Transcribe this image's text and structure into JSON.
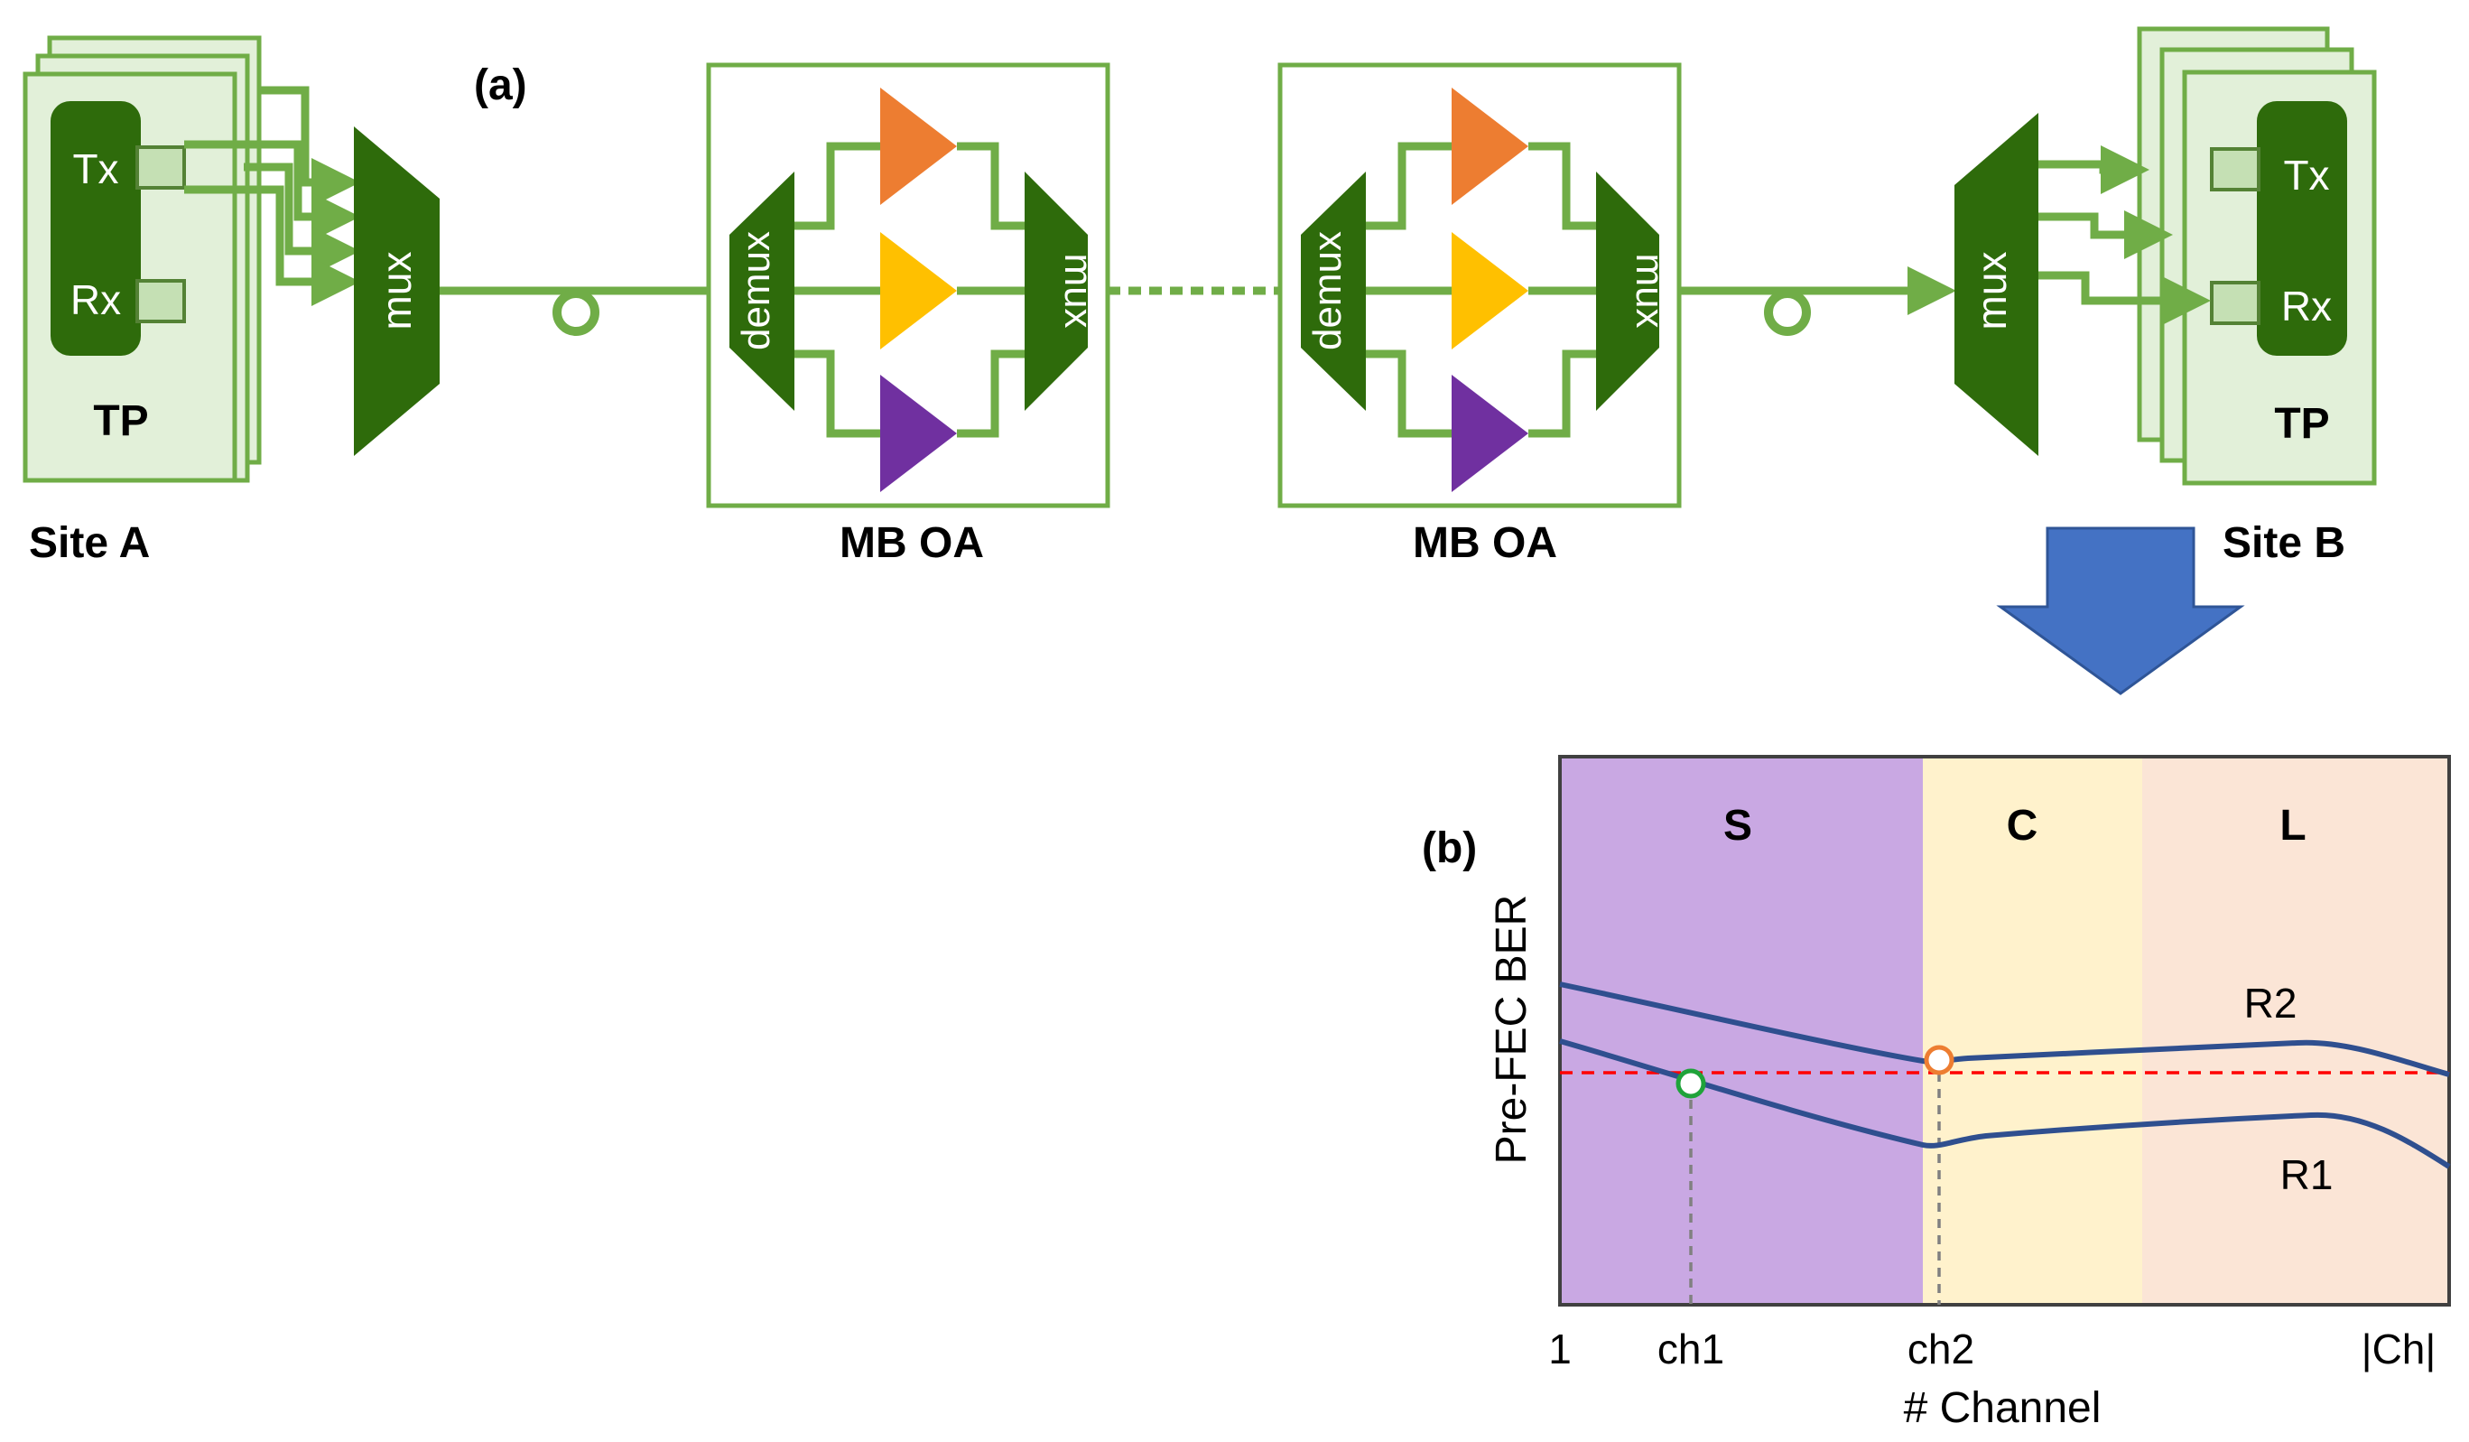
{
  "panel_a": {
    "label": "(a)",
    "site_a": {
      "name": "Site A",
      "tp_label": "TP",
      "tx_label": "Tx",
      "rx_label": "Rx",
      "mux_label": "mux"
    },
    "site_b": {
      "name": "Site B",
      "tp_label": "TP",
      "tx_label": "Tx",
      "rx_label": "Rx",
      "mux_label": "mux"
    },
    "amplifiers": [
      {
        "name": "MB OA",
        "demux_label": "demux",
        "mux_label": "mux"
      },
      {
        "name": "MB OA",
        "demux_label": "demux",
        "mux_label": "mux"
      }
    ],
    "colors": {
      "fiber": "#70AD47",
      "dark_green": "#2E6B0B",
      "light_green": "#E2F0D9",
      "band_s_amp": "#7030A0",
      "band_c_amp": "#FFC000",
      "band_l_amp": "#ED7D31",
      "arrow": "#4472C4"
    }
  },
  "panel_b": {
    "label": "(b)",
    "ylabel": "Pre-FEC BER",
    "xlabel": "# Channel",
    "x_ticks": [
      "1",
      "ch1",
      "ch2",
      "|Ch|"
    ],
    "bands": [
      {
        "name": "S",
        "color": "#C9A8E3"
      },
      {
        "name": "C",
        "color": "#FFF2CC"
      },
      {
        "name": "L",
        "color": "#FBE5D6"
      }
    ],
    "curves": [
      {
        "name": "R2",
        "color": "#2F4F8F"
      },
      {
        "name": "R1",
        "color": "#2F4F8F"
      }
    ],
    "threshold_color": "#FF0000",
    "markers": [
      {
        "at": "ch1",
        "color": "#1FA33A"
      },
      {
        "at": "ch2",
        "color": "#ED7D31"
      }
    ]
  }
}
